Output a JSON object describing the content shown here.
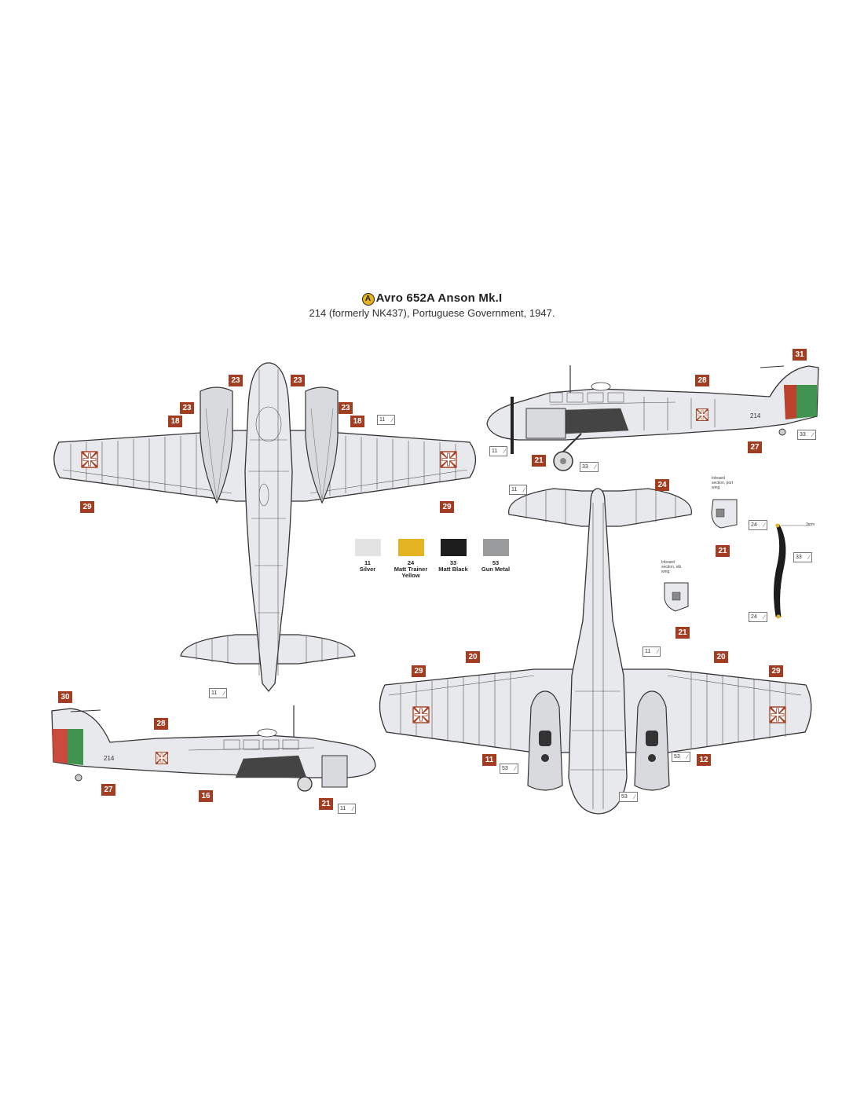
{
  "header": {
    "scheme_letter": "A",
    "title": "Avro 652A Anson Mk.I",
    "subtitle": "214 (formerly NK437), Portuguese Government, 1947."
  },
  "colors": {
    "callout_bg": "#a33d22",
    "aircraft_fill": "#e8e9ec",
    "panel_lines": "#3a3a3a",
    "flag_red": "#c8392b",
    "flag_green": "#2e8b3e"
  },
  "paints": [
    {
      "number": "11",
      "name": "Silver",
      "hex": "#e3e3e3"
    },
    {
      "number": "24",
      "name": "Matt Trainer Yellow",
      "hex": "#e3b322"
    },
    {
      "number": "33",
      "name": "Matt Black",
      "hex": "#1d1d1d"
    },
    {
      "number": "53",
      "name": "Gun Metal",
      "hex": "#9a9b9c"
    }
  ],
  "callouts": {
    "top_view": [
      "23",
      "23",
      "23",
      "23",
      "18",
      "18",
      "29",
      "29"
    ],
    "side_right": [
      "31",
      "28",
      "27",
      "21"
    ],
    "side_left": [
      "30",
      "28",
      "27",
      "16",
      "21"
    ],
    "underside": [
      "24",
      "20",
      "20",
      "29",
      "29",
      "11",
      "12"
    ],
    "details": [
      "21",
      "21"
    ]
  },
  "paint_refs": {
    "top_view": [
      "11",
      "11"
    ],
    "side_right": [
      "11",
      "33",
      "33"
    ],
    "side_left": [
      "11"
    ],
    "underside": [
      "11",
      "11",
      "53",
      "53",
      "53"
    ],
    "propeller": [
      "24",
      "33",
      "24"
    ]
  },
  "notes": {
    "port_inboard": "Inboard section, port wing.",
    "stbd_inboard": "Inboard section, stb wing.",
    "prop_tip": "3mm"
  },
  "serial": "214"
}
